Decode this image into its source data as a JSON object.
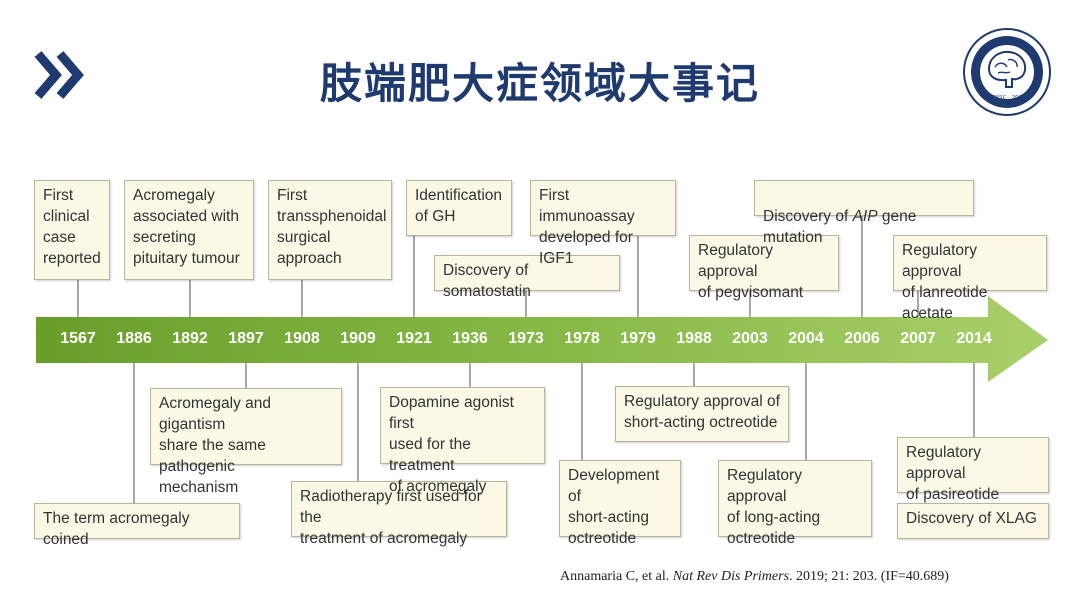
{
  "header": {
    "title": "肢端肥大症领域大事记",
    "logo_text": "CPASC · 2012"
  },
  "colors": {
    "title": "#1f3a6e",
    "chevron": "#1f3a6e",
    "arrow_dark": "#6a9e2b",
    "arrow_light": "#a9cf6a",
    "box_fill": "#fbf8e6",
    "box_border": "#b9b49b",
    "connector": "#8a8a8a"
  },
  "icons": [
    "double-chevron-right-icon",
    "brain-seal-logo"
  ],
  "timeline": {
    "years": [
      "1567",
      "1886",
      "1892",
      "1897",
      "1908",
      "1909",
      "1921",
      "1936",
      "1973",
      "1978",
      "1979",
      "1988",
      "2003",
      "2004",
      "2006",
      "2007",
      "2014"
    ],
    "events": [
      {
        "id": "ev1567",
        "year": "1567",
        "position": "above",
        "text": "First\nclinical\ncase\nreported"
      },
      {
        "id": "ev1892",
        "year": "1892",
        "position": "above",
        "text": "Acromegaly\nassociated with\nsecreting\npituitary tumour"
      },
      {
        "id": "ev1908",
        "year": "1908",
        "position": "above",
        "text": "First\ntranssphenoidal\nsurgical\napproach"
      },
      {
        "id": "ev1921",
        "year": "1921",
        "position": "above",
        "text": "Identification\nof GH"
      },
      {
        "id": "ev1973",
        "year": "1973",
        "position": "above",
        "text": "Discovery of somatostatin"
      },
      {
        "id": "ev1979",
        "year": "1979",
        "position": "above",
        "text": "First immunoassay\ndeveloped  for IGF1"
      },
      {
        "id": "ev2003",
        "year": "2003",
        "position": "above",
        "text": "Regulatory approval\nof pegvisomant"
      },
      {
        "id": "ev2006",
        "year": "2006",
        "position": "above",
        "text_parts": [
          "Discovery of ",
          "AIP",
          " gene mutation"
        ]
      },
      {
        "id": "ev2007",
        "year": "2007",
        "position": "above",
        "text": "Regulatory approval\nof lanreotide acetate"
      },
      {
        "id": "ev1886",
        "year": "1886",
        "position": "below",
        "text": "The term acromegaly coined"
      },
      {
        "id": "ev1897",
        "year": "1897",
        "position": "below",
        "text": "Acromegaly and gigantism\nshare the same pathogenic\nmechanism"
      },
      {
        "id": "ev1909",
        "year": "1909",
        "position": "below",
        "text": "Radiotherapy first used for the\ntreatment of acromegaly"
      },
      {
        "id": "ev1936",
        "year": "1936",
        "position": "below",
        "text": "Dopamine agonist first\nused for the treatment\nof acromegaly"
      },
      {
        "id": "ev1978",
        "year": "1978",
        "position": "below",
        "text": "Development of\nshort-acting\noctreotide"
      },
      {
        "id": "ev1988",
        "year": "1988",
        "position": "below",
        "text": "Regulatory approval of\nshort-acting octreotide"
      },
      {
        "id": "ev2004",
        "year": "2004",
        "position": "below",
        "text": "Regulatory approval\nof long-acting\noctreotide"
      },
      {
        "id": "ev2014a",
        "year": "2014",
        "position": "below",
        "text": "Regulatory approval\nof pasireotide"
      },
      {
        "id": "ev2014b",
        "year": "2014",
        "position": "below",
        "text": "Discovery of XLAG"
      }
    ]
  },
  "citation": {
    "authors": "Annamaria  C, et al. ",
    "journal": "Nat Rev Dis Primers",
    "details": ". 2019; 21: 203. (IF=40.689)"
  }
}
